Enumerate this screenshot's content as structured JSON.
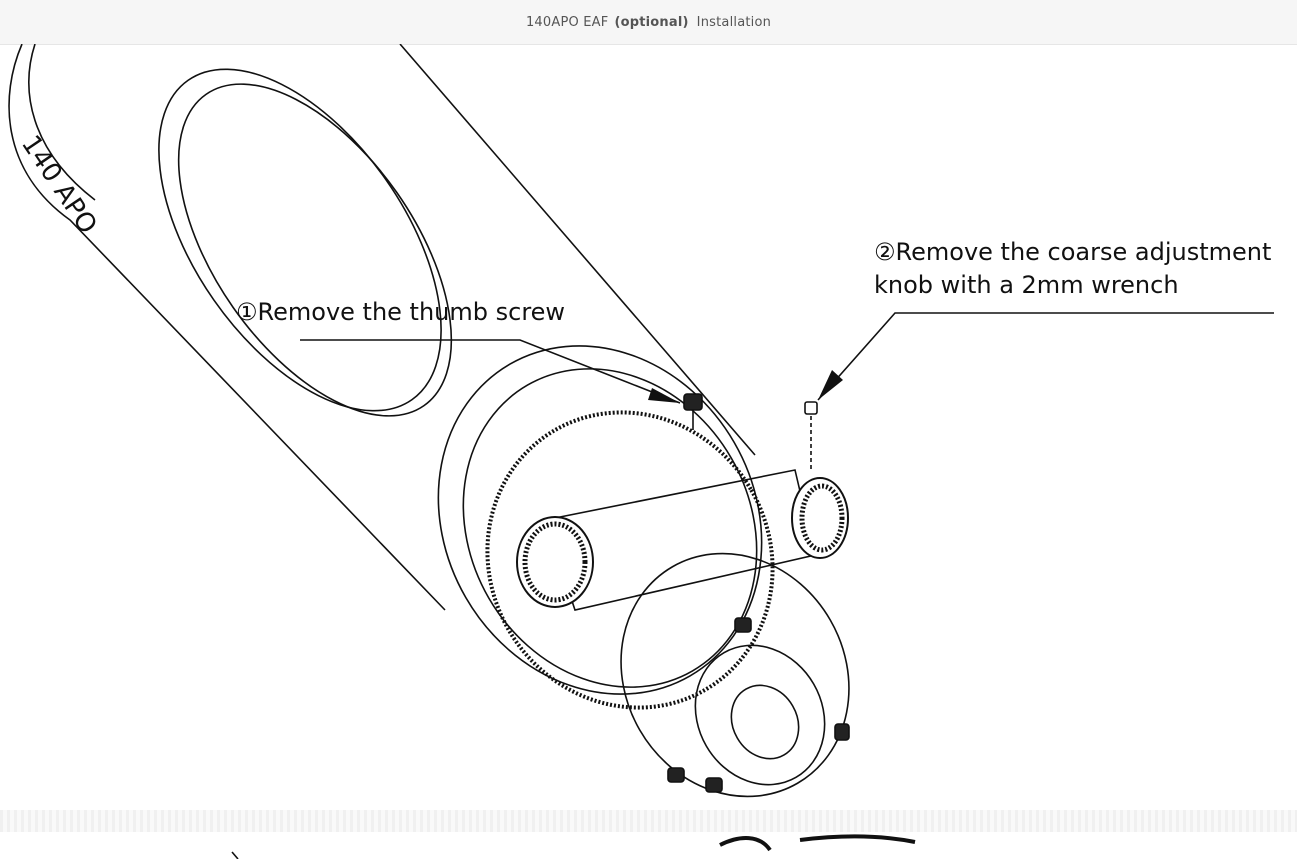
{
  "header": {
    "title_main": "140APO EAF",
    "title_optional": "(optional)",
    "title_end": "Installation"
  },
  "diagram": {
    "tube_label": "140 APO",
    "callout_1": {
      "number": "①",
      "text": "Remove the thumb screw"
    },
    "callout_2": {
      "number": "②",
      "line1": "Remove the coarse adjustment",
      "line2": "knob with a 2mm wrench"
    }
  },
  "colors": {
    "ink": "#111111",
    "header_bg": "#f6f6f6",
    "header_text": "#555555"
  }
}
